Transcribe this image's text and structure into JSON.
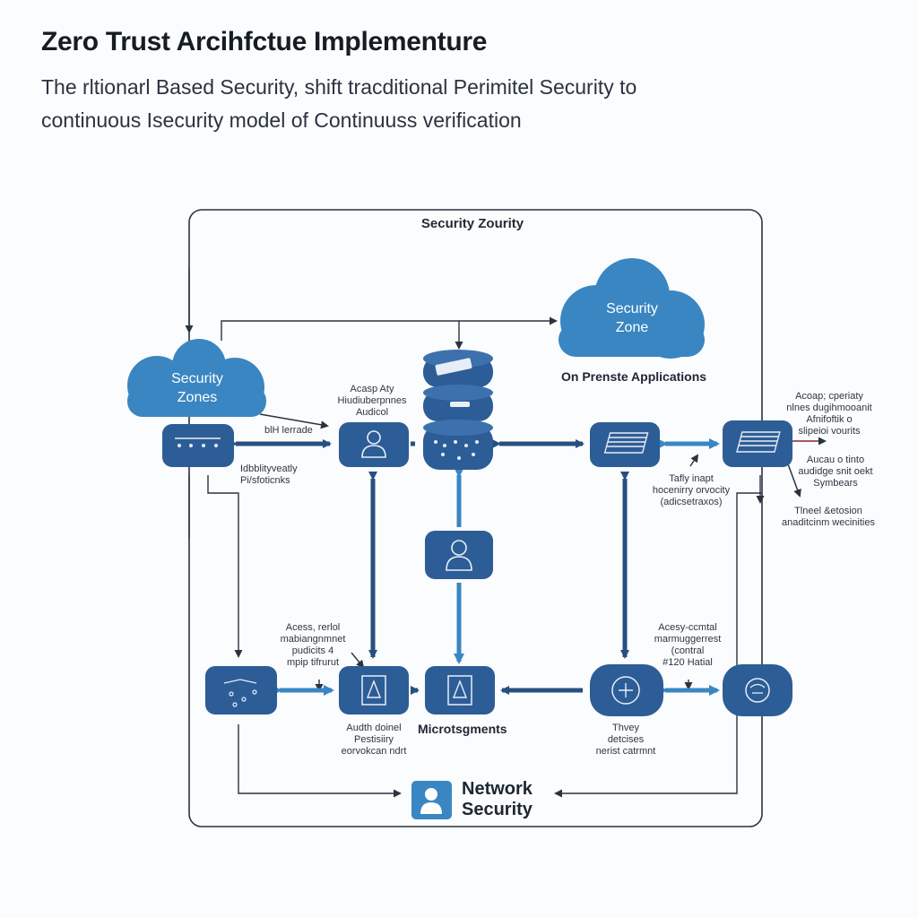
{
  "header": {
    "title": "Zero Trust Arcihfctue Implementure",
    "subtitle_line1": "The rltionarl Based Security, shift tracditional Perimitel Security to",
    "subtitle_line2": "continuous Isecurity model of Continuuss verification"
  },
  "diagram": {
    "frame_title": "Security Zourity",
    "cloud_left": {
      "line1": "Security",
      "line2": "Zones"
    },
    "cloud_right": {
      "line1": "Security",
      "line2": "Zone"
    },
    "on_premise_label": "On Prenste Applications",
    "labels": {
      "tl_identity_line1": "Acasp Aty",
      "tl_identity_line2": "Hiudiuberpnnes",
      "tl_identity_line3": "Audicol",
      "tl_arrow": "blH lerrade",
      "tl_below_line1": "Idbblityveatly",
      "tl_below_line2": "Pi/sfoticnks",
      "mid_right_line1": "Tafly inapt",
      "mid_right_line2": "hocenirry orvocity",
      "mid_right_line3": "(adicsetraxos)",
      "far_right_a1": "Acoap; cperiaty",
      "far_right_a2": "nlnes dugihmooanit",
      "far_right_a3": "Afnifoftik o",
      "far_right_a4": "slipeioi vourits",
      "far_right_b1": "Aucau o tinto",
      "far_right_b2": "audidge snit oekt",
      "far_right_b3": "Symbears",
      "far_right_c1": "Tlneel &etosion",
      "far_right_c2": "anaditcinm wecinities",
      "bl_access1": "Acess, rerlol",
      "bl_access2": "mabiangnmnet",
      "bl_access3": "pudicits 4",
      "bl_access4": "mpip tifrurut",
      "bl_below1": "Audth doinel",
      "bl_below2": "Pestisiiry",
      "bl_below3": "eorvokcan ndrt",
      "br_access1": "Acesy-ccmtal",
      "br_access2": "marmuggerrest",
      "br_access3": "(contral",
      "br_access4": "#120 Hatial",
      "br_below1": "Thvey",
      "br_below2": "detcises",
      "br_below3": "nerist catrmnt"
    },
    "microsegments_label": "Microtsgments",
    "network_security": {
      "line1": "Network",
      "line2": "Security"
    },
    "colors": {
      "node": "#2d5d97",
      "cloud": "#3a86c2",
      "arrow_dark": "#274f80",
      "arrow_light": "#3a86c2",
      "frame": "#2a3340"
    }
  }
}
